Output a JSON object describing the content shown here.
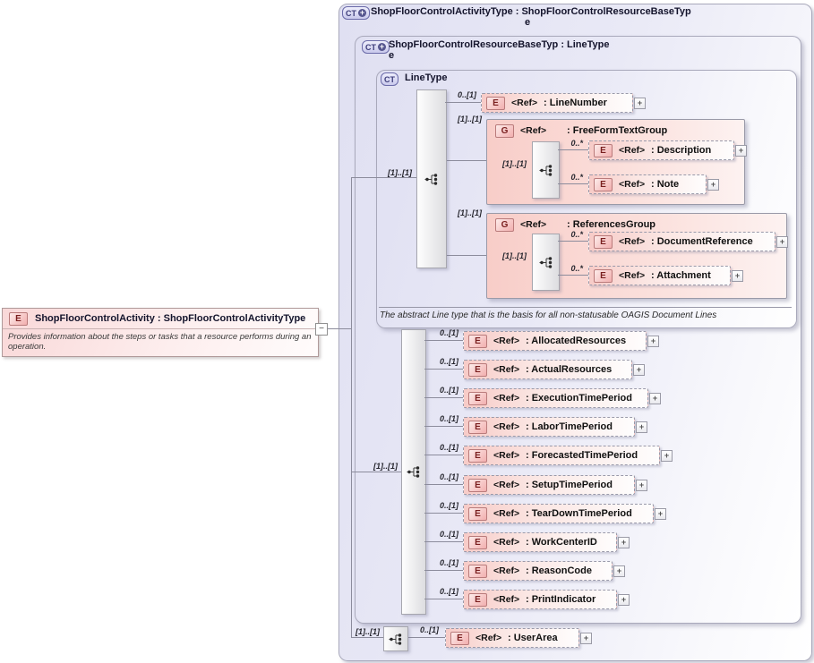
{
  "icons": {
    "element": "E",
    "group": "G",
    "complex_type": "CT",
    "extension": "+",
    "expand": "+",
    "collapse": "−"
  },
  "colors": {
    "container_fill": "#e2e2f4",
    "container_border": "#a9a9bb",
    "element_fill_pink": "#f7cbc7",
    "element_icon_fill": "#f2aeae",
    "element_icon_border": "#b97b7b",
    "ct_icon_fill": "#c9c9ec",
    "ct_icon_border": "#6a6aa8",
    "connector_line": "#8c8c9c"
  },
  "root_element": {
    "title": "ShopFloorControlActivity : ShopFloorControlActivityType",
    "description": "Provides information about the steps or tasks that a resource performs during an operation."
  },
  "containers": {
    "activity_type": {
      "title_line1": "ShopFloorControlActivityType : ShopFloorControlResourceBaseTyp",
      "title_line2": "e"
    },
    "resource_base_type": {
      "title_line1": "ShopFloorControlResourceBaseTyp : LineType",
      "title_line2": "e"
    },
    "line_type": {
      "title": "LineType",
      "annotation": "The abstract Line type that is the basis for all non-statusable OAGIS Document Lines"
    }
  },
  "line_type_content": {
    "sequence_cardinality": "[1]..[1]",
    "line_number": {
      "cardinality": "0..[1]",
      "ref": "<Ref>",
      "name": ": LineNumber"
    },
    "free_form_text_group": {
      "cardinality": "[1]..[1]",
      "ref": "<Ref>",
      "name": ": FreeFormTextGroup",
      "sequence_cardinality": "[1]..[1]",
      "description": {
        "cardinality": "0..*",
        "ref": "<Ref>",
        "name": ": Description"
      },
      "note": {
        "cardinality": "0..*",
        "ref": "<Ref>",
        "name": ": Note"
      }
    },
    "references_group": {
      "cardinality": "[1]..[1]",
      "ref": "<Ref>",
      "name": ": ReferencesGroup",
      "sequence_cardinality": "[1]..[1]",
      "document_reference": {
        "cardinality": "0..*",
        "ref": "<Ref>",
        "name": ": DocumentReference"
      },
      "attachment": {
        "cardinality": "0..*",
        "ref": "<Ref>",
        "name": ": Attachment"
      }
    }
  },
  "resource_content": {
    "sequence_cardinality": "[1]..[1]",
    "elements": [
      {
        "cardinality": "0..[1]",
        "ref": "<Ref>",
        "name": ": AllocatedResources"
      },
      {
        "cardinality": "0..[1]",
        "ref": "<Ref>",
        "name": ": ActualResources"
      },
      {
        "cardinality": "0..[1]",
        "ref": "<Ref>",
        "name": ": ExecutionTimePeriod"
      },
      {
        "cardinality": "0..[1]",
        "ref": "<Ref>",
        "name": ": LaborTimePeriod"
      },
      {
        "cardinality": "0..[1]",
        "ref": "<Ref>",
        "name": ": ForecastedTimePeriod"
      },
      {
        "cardinality": "0..[1]",
        "ref": "<Ref>",
        "name": ": SetupTimePeriod"
      },
      {
        "cardinality": "0..[1]",
        "ref": "<Ref>",
        "name": ": TearDownTimePeriod"
      },
      {
        "cardinality": "0..[1]",
        "ref": "<Ref>",
        "name": ": WorkCenterID"
      },
      {
        "cardinality": "0..[1]",
        "ref": "<Ref>",
        "name": ": ReasonCode"
      },
      {
        "cardinality": "0..[1]",
        "ref": "<Ref>",
        "name": ": PrintIndicator"
      }
    ]
  },
  "activity_content": {
    "sequence_cardinality": "[1]..[1]",
    "user_area": {
      "cardinality": "0..[1]",
      "ref": "<Ref>",
      "name": ": UserArea"
    }
  }
}
